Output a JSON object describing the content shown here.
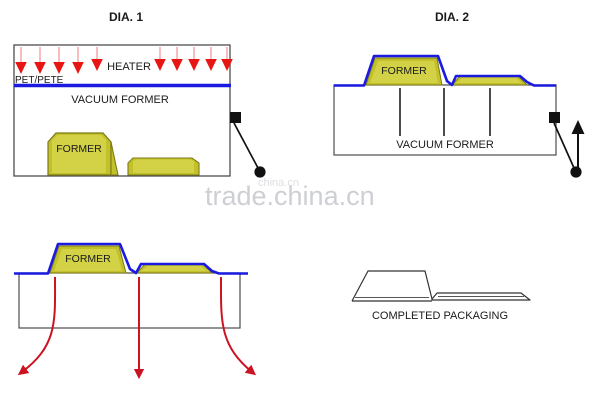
{
  "figure": {
    "type": "technical-process-diagram",
    "subject": "Vacuum thermoforming / blister packaging process",
    "panel_count": 4
  },
  "colors": {
    "former_fill": "#c2c12a",
    "former_fill_light": "#d3d247",
    "former_stroke": "#7c7a18",
    "film_blue": "#1a1ae0",
    "heater_arrow_red": "#e81515",
    "airflow_red": "#cc1322",
    "box_stroke": "#4d4d4d",
    "ink": "#1a1a1a",
    "valve_black": "#111111",
    "watermark_grey": "#c9ccd1",
    "background": "#ffffff"
  },
  "panels": [
    {
      "id": "dia-1",
      "title": "DIA. 1",
      "labels": {
        "heater": "HEATER",
        "film": "PET/PETE",
        "chamber": "VACUUM FORMER",
        "former": "FORMER"
      },
      "heater_arrows": {
        "left_count": 5,
        "right_count": 5,
        "direction": "down",
        "color": "#e81515"
      },
      "valve": {
        "shape": "square-and-circle",
        "state": "closed"
      }
    },
    {
      "id": "dia-2",
      "title": "DIA. 2",
      "labels": {
        "chamber": "VACUUM FORMER",
        "former": "FORMER"
      },
      "suction_lines": 3,
      "valve": {
        "shape": "square-and-circle",
        "state": "open",
        "arrow_direction": "up",
        "arrow_color": "#111111"
      }
    },
    {
      "id": "dia-3",
      "title": "",
      "labels": {
        "former": "FORMER"
      },
      "airflow_arrows": [
        {
          "path": "curve-left",
          "direction": "down-left"
        },
        {
          "path": "straight",
          "direction": "down"
        },
        {
          "path": "curve-right",
          "direction": "down-right"
        }
      ],
      "airflow_color": "#cc1322"
    },
    {
      "id": "dia-4",
      "title": "",
      "labels": {
        "caption": "COMPLETED PACKAGING"
      },
      "outline_only": true
    }
  ],
  "watermark": {
    "text": "trade.china.cn",
    "small_text": "china.cn",
    "color": "#c9ccd1"
  }
}
